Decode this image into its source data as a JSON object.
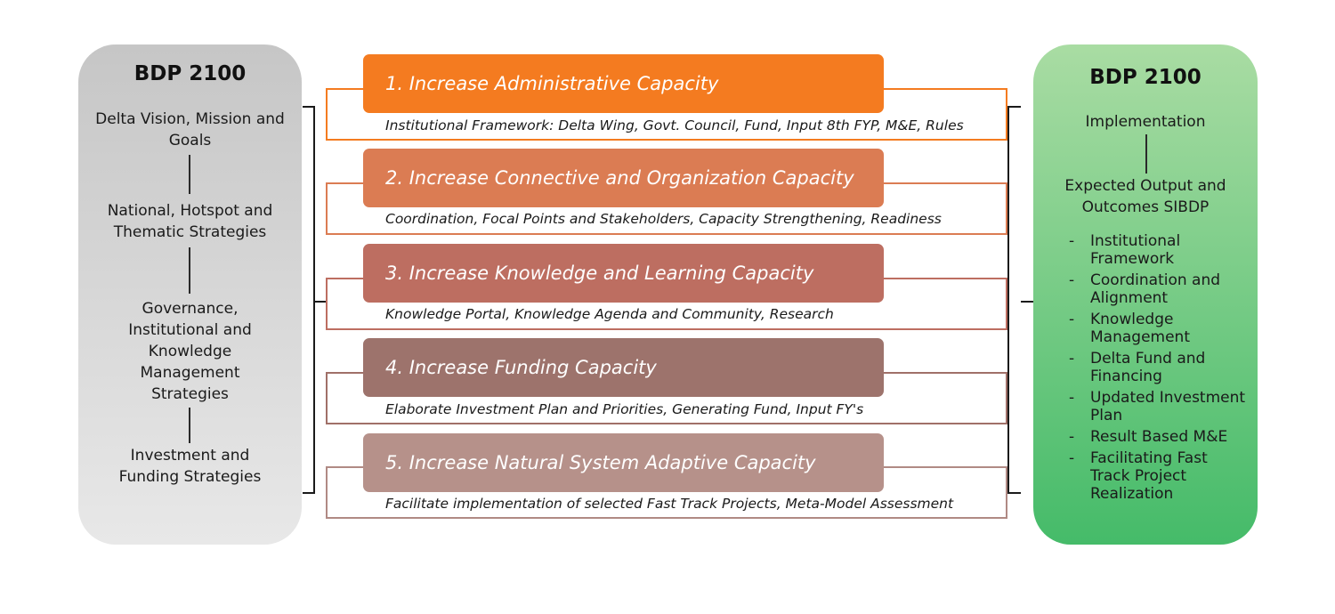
{
  "left_panel": {
    "title": "BDP 2100",
    "items": [
      "Delta Vision, Mission and Goals",
      "National, Hotspot and Thematic Strategies",
      "Governance, Institutional and Knowledge Management Strategies",
      "Investment and Funding Strategies"
    ]
  },
  "right_panel": {
    "title": "BDP 2100",
    "implementation": "Implementation",
    "expected": "Expected Output and Outcomes SIBDP",
    "bullet_mark": "-",
    "bullets": [
      "Institutional Framework",
      "Coordination and Alignment",
      "Knowledge Management",
      "Delta Fund and Financing",
      "Updated Investment Plan",
      "Result Based M&E",
      "Facilitating Fast Track Project Realization"
    ]
  },
  "capacities": [
    {
      "title": "1. Increase Administrative Capacity",
      "description": "Institutional Framework: Delta Wing, Govt. Council, Fund, Input 8th FYP, M&E, Rules",
      "color": "#f47b20",
      "border": "#f47b20"
    },
    {
      "title": "2. Increase Connective and Organization Capacity",
      "description": "Coordination, Focal Points and Stakeholders, Capacity Strengthening, Readiness",
      "color": "#db7c53",
      "border": "#db7c53"
    },
    {
      "title": "3. Increase Knowledge and Learning Capacity",
      "description": "Knowledge Portal, Knowledge Agenda and Community, Research",
      "color": "#bd6e61",
      "border": "#bd6e61"
    },
    {
      "title": "4. Increase Funding Capacity",
      "description": "Elaborate Investment Plan and Priorities, Generating Fund, Input FY's",
      "color": "#9d736c",
      "border": "#a07068"
    },
    {
      "title": "5. Increase Natural System Adaptive Capacity",
      "description": "Facilitate implementation of selected Fast Track Projects, Meta-Model Assessment",
      "color": "#b6918a",
      "border": "#b08a84"
    }
  ]
}
